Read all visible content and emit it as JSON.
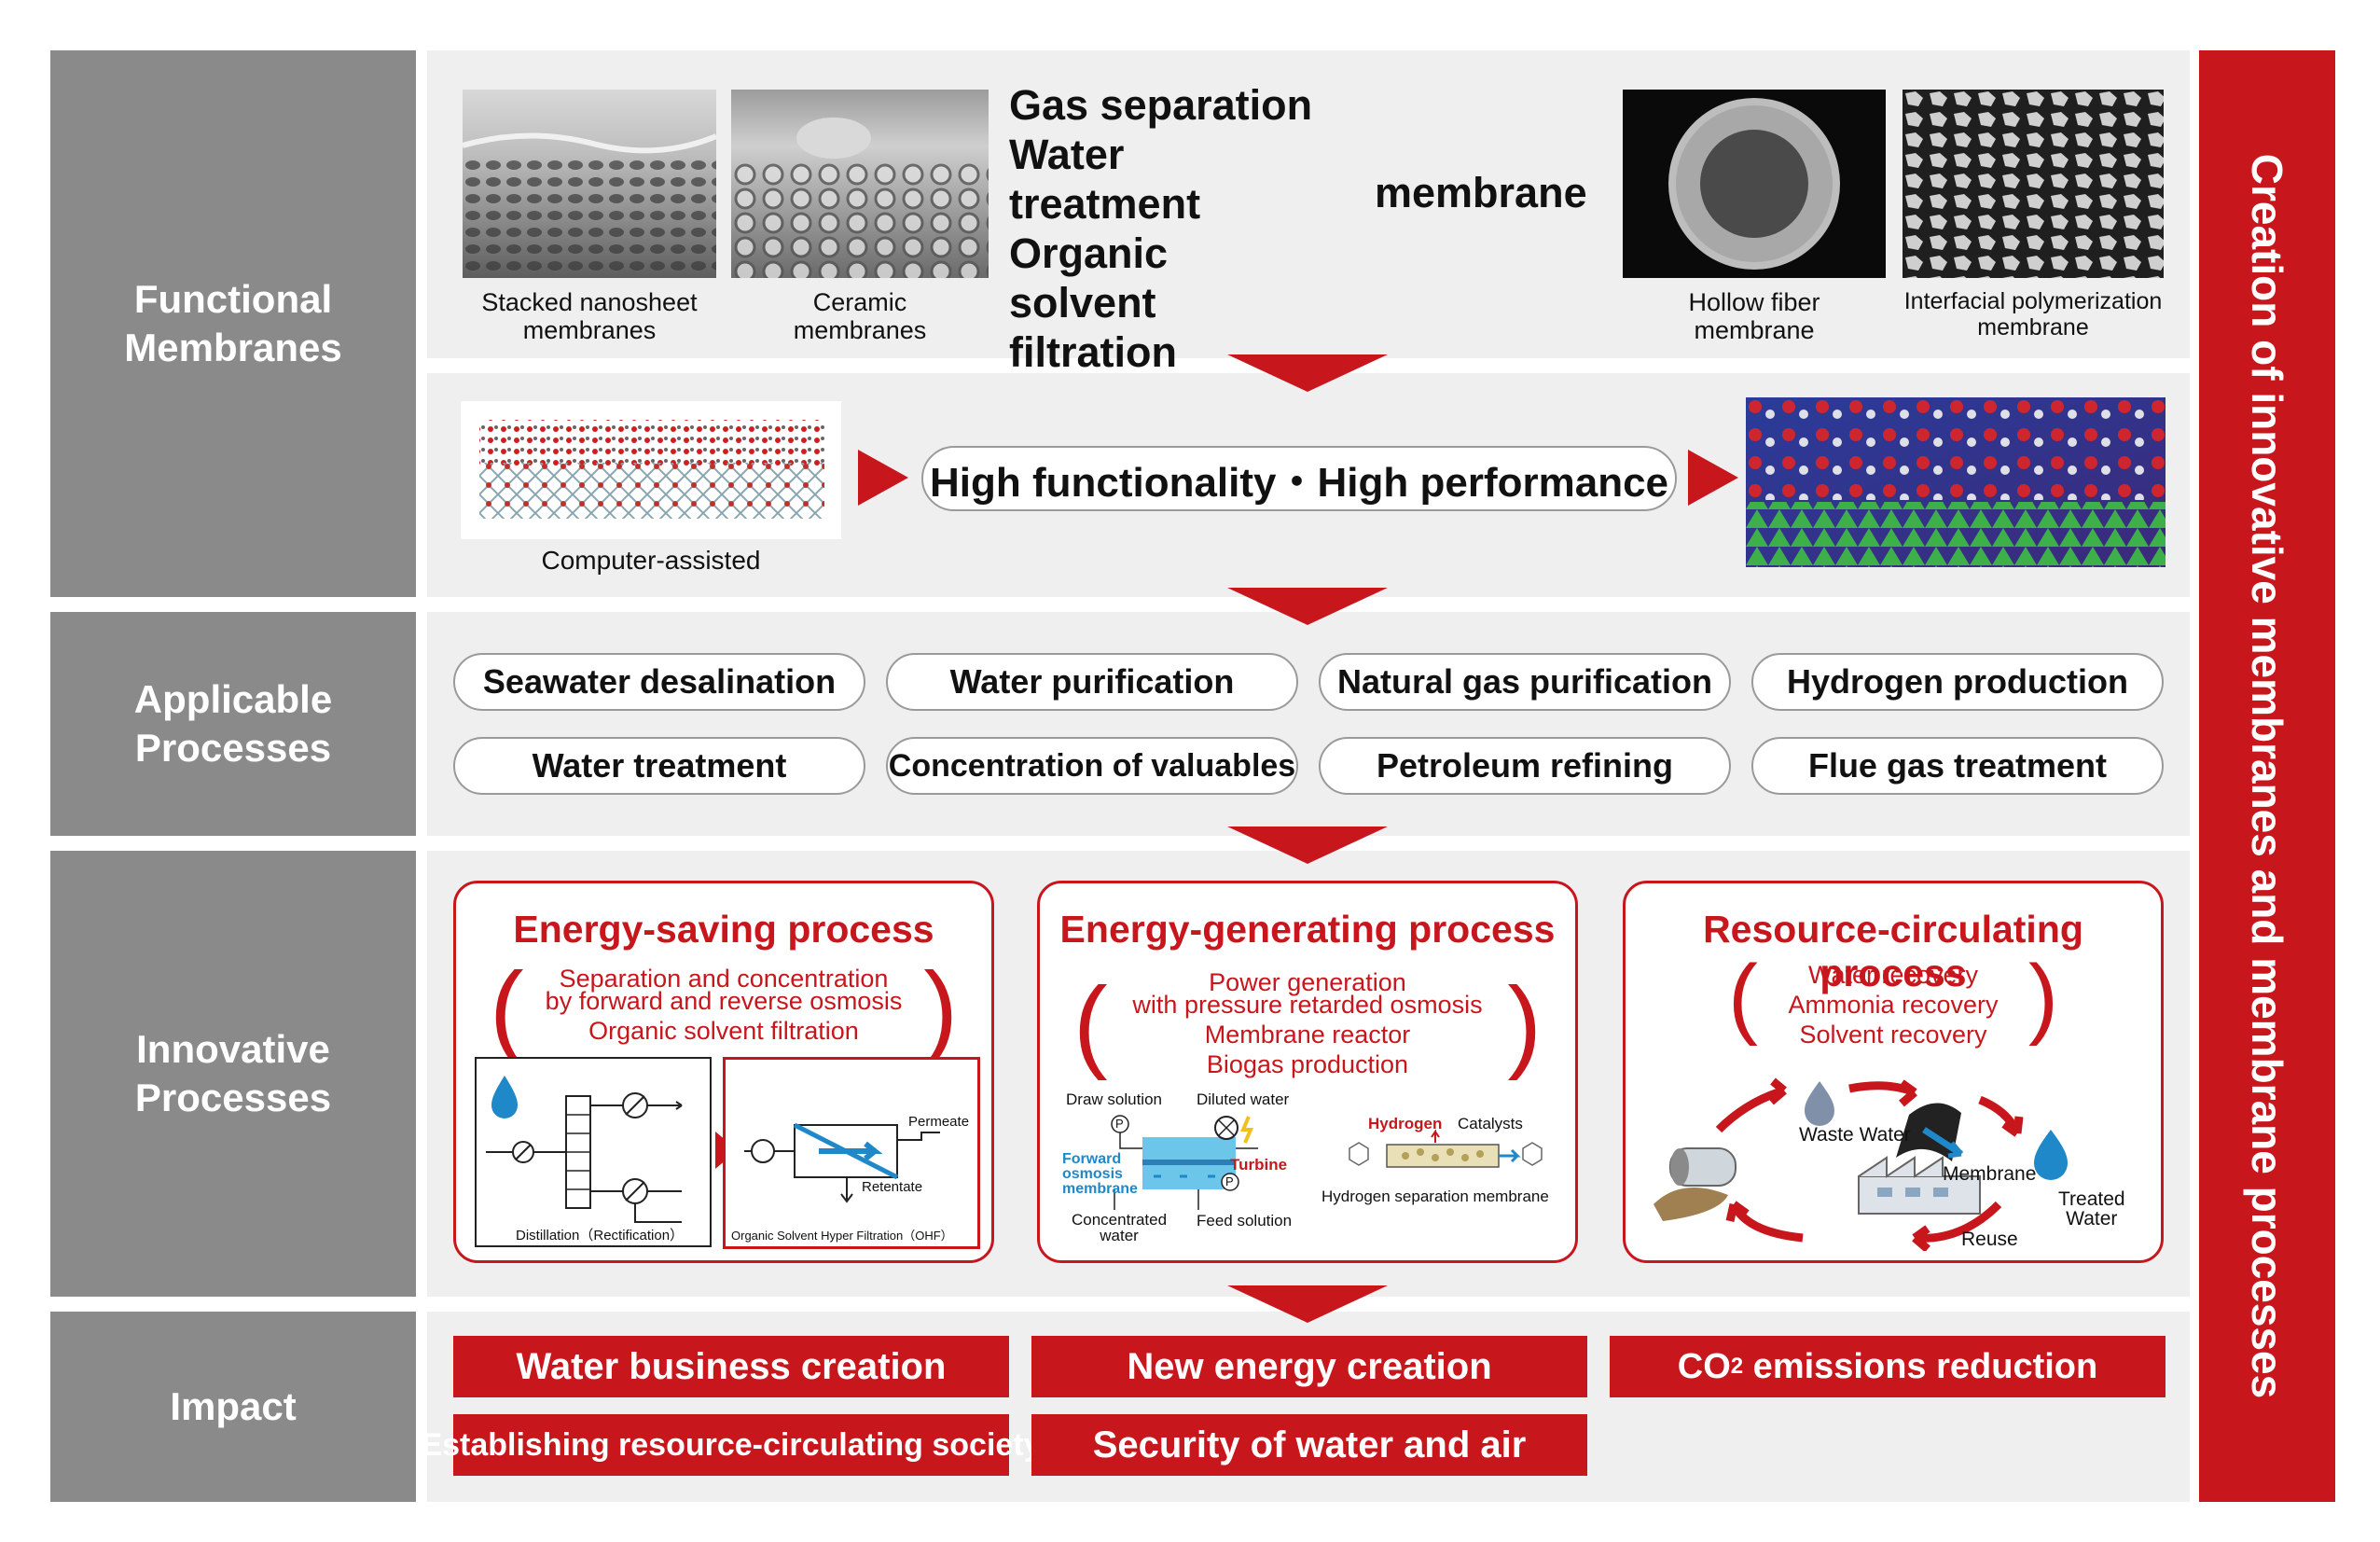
{
  "sidebar": {
    "functional": "Functional\nMembranes",
    "applicable": "Applicable\nProcesses",
    "innovative": "Innovative\nProcesses",
    "impact": "Impact"
  },
  "vertical_title": "Creation of innovative membranes and membrane processes",
  "functional": {
    "photos": [
      {
        "caption": "Stacked nanosheet\nmembranes"
      },
      {
        "caption": "Ceramic\nmembranes"
      },
      {
        "caption": "Hollow fiber\nmembrane"
      },
      {
        "caption": "Interfacial polymerization\nmembrane"
      }
    ],
    "uses": "Gas separation\nWater treatment\nOrganic solvent\nfiltration",
    "membrane_word": "membrane",
    "computer_caption": "Computer-assisted",
    "performance": "High functionality・High performance"
  },
  "applicable": {
    "row1": [
      "Seawater desalination",
      "Water purification",
      "Natural gas purification",
      "Hydrogen production"
    ],
    "row2": [
      "Water treatment",
      "Concentration of valuables",
      "Petroleum refining",
      "Flue gas treatment"
    ]
  },
  "innovative": {
    "saving": {
      "title": "Energy-saving process",
      "lines": [
        "Separation and concentration",
        "by forward and reverse osmosis",
        "Organic solvent filtration"
      ],
      "distillation": "Distillation（Rectification）",
      "ohf": "Organic Solvent Hyper Filtration（OHF）",
      "permeate": "Permeate",
      "retentate": "Retentate"
    },
    "generating": {
      "title": "Energy-generating process",
      "lines": [
        "Power generation",
        "with pressure retarded osmosis",
        "Membrane reactor",
        "Biogas production"
      ],
      "draw_solution": "Draw solution",
      "diluted_water": "Diluted water",
      "forward_osmosis": "Forward\nosmosis\nmembrane",
      "turbine": "Turbine",
      "concentrated_water": "Concentrated\nwater",
      "feed_solution": "Feed solution",
      "hydrogen": "Hydrogen",
      "catalysts": "Catalysts",
      "h2_membrane": "Hydrogen separation membrane",
      "pump_letter": "P"
    },
    "circulating": {
      "title": "Resource-circulating process",
      "lines": [
        "Water recovery",
        "Ammonia recovery",
        "Solvent recovery"
      ],
      "waste_water": "Waste Water",
      "membrane": "Membrane",
      "treated_water": "Treated\nWater",
      "reuse": "Reuse"
    }
  },
  "impact": {
    "water_business": "Water business creation",
    "new_energy": "New energy creation",
    "co2_prefix": "CO",
    "co2_sub": "2",
    "co2_suffix": " emissions reduction",
    "resource_society": "Establishing resource-circulating society",
    "security": "Security of water and air"
  },
  "colors": {
    "accent": "#c8161d",
    "label_gray": "#8a8a8a",
    "panel_gray": "#efefef"
  }
}
